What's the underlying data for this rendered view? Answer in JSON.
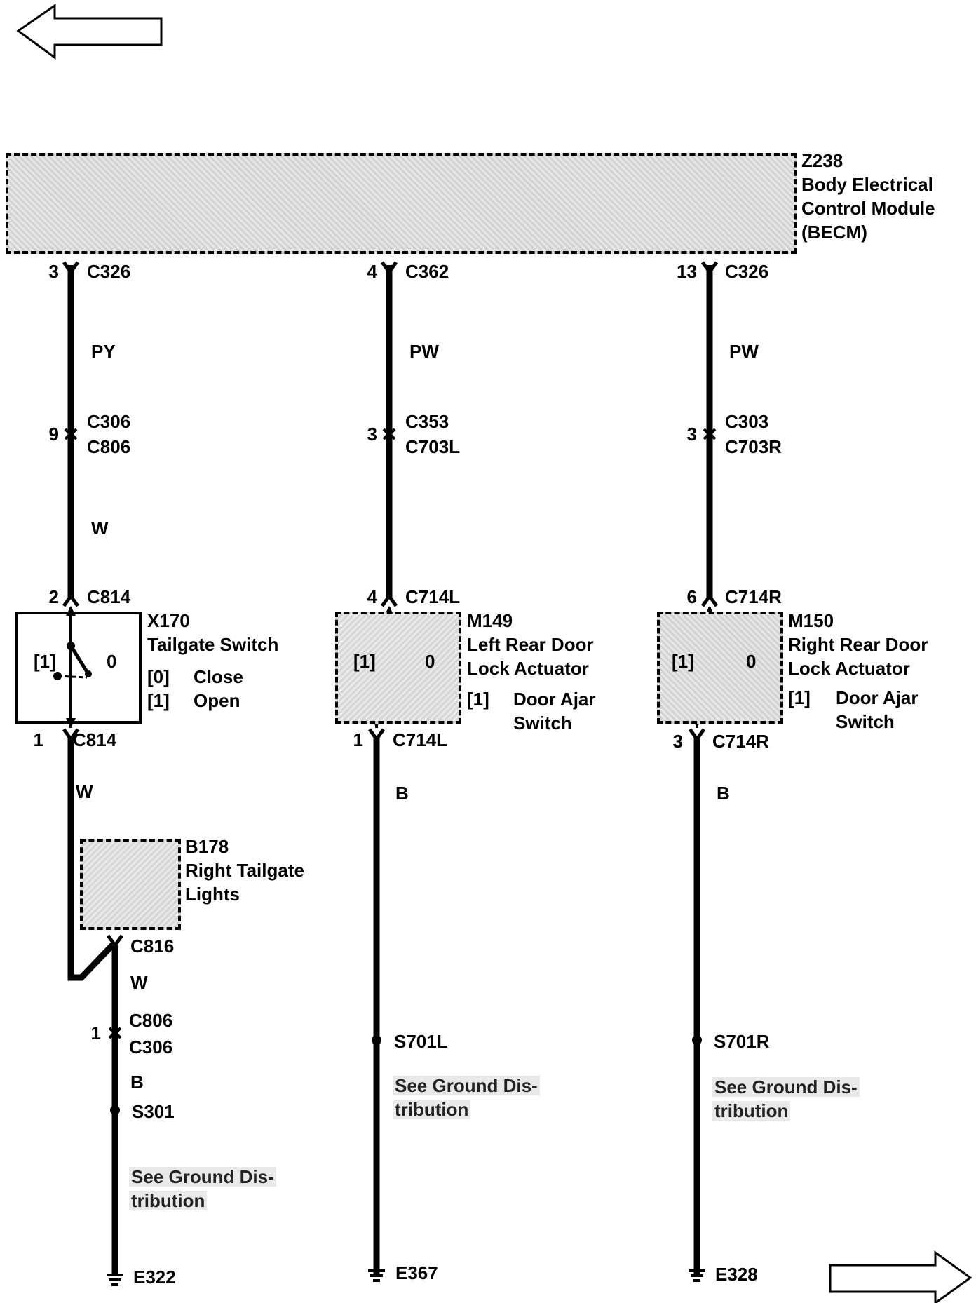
{
  "module": {
    "id": "Z238",
    "name_line1": "Body Electrical",
    "name_line2": "Control Module",
    "name_line3": "(BECM)"
  },
  "nav": {
    "prev": "arrow-left-icon",
    "next": "arrow-right-icon"
  },
  "circuits": [
    {
      "top_pin": "3",
      "top_conn": "C326",
      "wire1": "PY",
      "mid_pin": "9",
      "mid_conn1": "C306",
      "mid_conn2": "C806",
      "wire2": "W",
      "dev_top_pin": "2",
      "dev_top_conn": "C814",
      "device_id": "X170",
      "device_name1": "Tailgate Switch",
      "device_name2": "",
      "state1_code": "[1]",
      "state0_code": "0",
      "legend1_code": "[0]",
      "legend1_text": "Close",
      "legend2_code": "[1]",
      "legend2_text": "Open",
      "dev_bot_pin": "1",
      "dev_bot_conn": "C814",
      "wire3": "W",
      "lights_id": "B178",
      "lights_name1": "Right Tailgate",
      "lights_name2": "Lights",
      "lights_conn": "C816",
      "wire4": "W",
      "low_pin": "1",
      "low_conn1": "C806",
      "low_conn2": "C306",
      "wire5": "B",
      "splice": "S301",
      "note1": "See Ground Dis-",
      "note2": "tribution",
      "ground": "E322"
    },
    {
      "top_pin": "4",
      "top_conn": "C362",
      "wire1": "PW",
      "mid_pin": "3",
      "mid_conn1": "C353",
      "mid_conn2": "C703L",
      "dev_top_pin": "4",
      "dev_top_conn": "C714L",
      "device_id": "M149",
      "device_name1": "Left Rear Door",
      "device_name2": "Lock Actuator",
      "state1_code": "[1]",
      "state0_code": "0",
      "legend1_code": "[1]",
      "legend1_text": "Door Ajar",
      "legend1_text2": "Switch",
      "dev_bot_pin": "1",
      "dev_bot_conn": "C714L",
      "wire3": "B",
      "splice": "S701L",
      "note1": "See Ground Dis-",
      "note2": "tribution",
      "ground": "E367"
    },
    {
      "top_pin": "13",
      "top_conn": "C326",
      "wire1": "PW",
      "mid_pin": "3",
      "mid_conn1": "C303",
      "mid_conn2": "C703R",
      "dev_top_pin": "6",
      "dev_top_conn": "C714R",
      "device_id": "M150",
      "device_name1": "Right Rear Door",
      "device_name2": "Lock Actuator",
      "state1_code": "[1]",
      "state0_code": "0",
      "legend1_code": "[1]",
      "legend1_text": "Door Ajar",
      "legend1_text2": "Switch",
      "dev_bot_pin": "3",
      "dev_bot_conn": "C714R",
      "wire3": "B",
      "splice": "S701R",
      "note1": "See Ground Dis-",
      "note2": "tribution",
      "ground": "E328"
    }
  ]
}
